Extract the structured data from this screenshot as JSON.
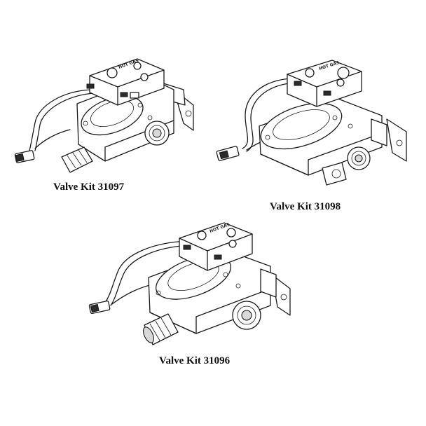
{
  "kits": [
    {
      "label": "Valve Kit 31097",
      "cover_text": "HOT GAS"
    },
    {
      "label": "Valve Kit 31098",
      "cover_text": "HOT GAS"
    },
    {
      "label": "Valve Kit 31096",
      "cover_text": "HOT GAS"
    }
  ]
}
